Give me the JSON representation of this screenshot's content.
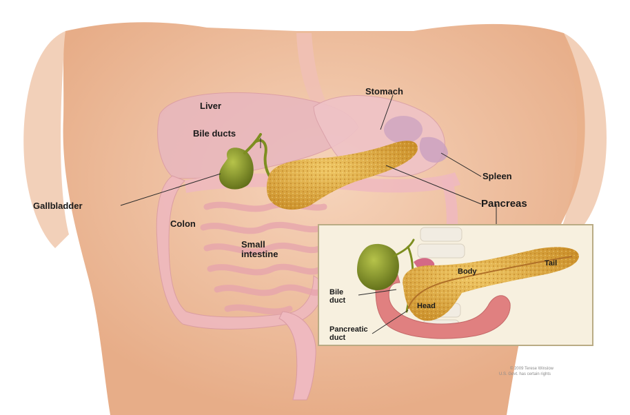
{
  "labels": {
    "liver": "Liver",
    "stomach": "Stomach",
    "bile_ducts": "Bile ducts",
    "spleen": "Spleen",
    "gallbladder": "Gallbladder",
    "pancreas": "Pancreas",
    "colon": "Colon",
    "small_intestine": "Small intestine"
  },
  "inset": {
    "body": "Body",
    "tail": "Tail",
    "head": "Head",
    "bile_duct": "Bile duct",
    "pancreatic_duct": "Pancreatic duct"
  },
  "copyright": {
    "line1": "© 2009 Terese Winslow",
    "line2": "U.S. Govt. has certain rights"
  },
  "colors": {
    "skin": "#f2c6a6",
    "organ_pink": "#f0b7bd",
    "pancreas": "#d9a23a",
    "gallbladder": "#8a9a2a",
    "inset_bg": "#f7f0df",
    "inset_border": "#b9ab84"
  }
}
